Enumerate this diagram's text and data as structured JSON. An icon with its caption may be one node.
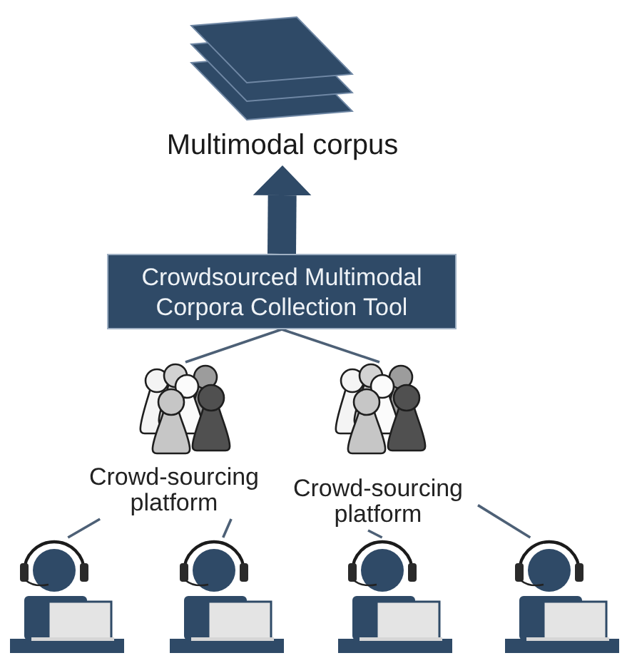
{
  "diagram": {
    "nodes": [
      {
        "text": [
          "Multimodal corpus"
        ]
      },
      {
        "text": [
          "Crowdsourced Multimodal Corpora Collection Tool"
        ]
      },
      {
        "text": [
          "Crowd-sourcing platform"
        ]
      },
      {
        "text": [
          "Crowd-sourcing platform"
        ]
      },
      {
        "text": [],
        "shape": "person"
      },
      {
        "text": [],
        "shape": "person"
      },
      {
        "text": [],
        "shape": "person"
      },
      {
        "text": [],
        "shape": "person"
      }
    ],
    "edges": [
      {
        "from": 1,
        "to": 0,
        "arrow": "to",
        "style": "thick",
        "color": "#2f4a67"
      },
      {
        "from": 1,
        "to": 2,
        "arrow": "none"
      },
      {
        "from": 1,
        "to": 3,
        "arrow": "none"
      },
      {
        "from": 2,
        "to": 4,
        "arrow": "none"
      },
      {
        "from": 2,
        "to": 5,
        "arrow": "none"
      },
      {
        "from": 3,
        "to": 6,
        "arrow": "none"
      },
      {
        "from": 3,
        "to": 7,
        "arrow": "none"
      }
    ]
  }
}
